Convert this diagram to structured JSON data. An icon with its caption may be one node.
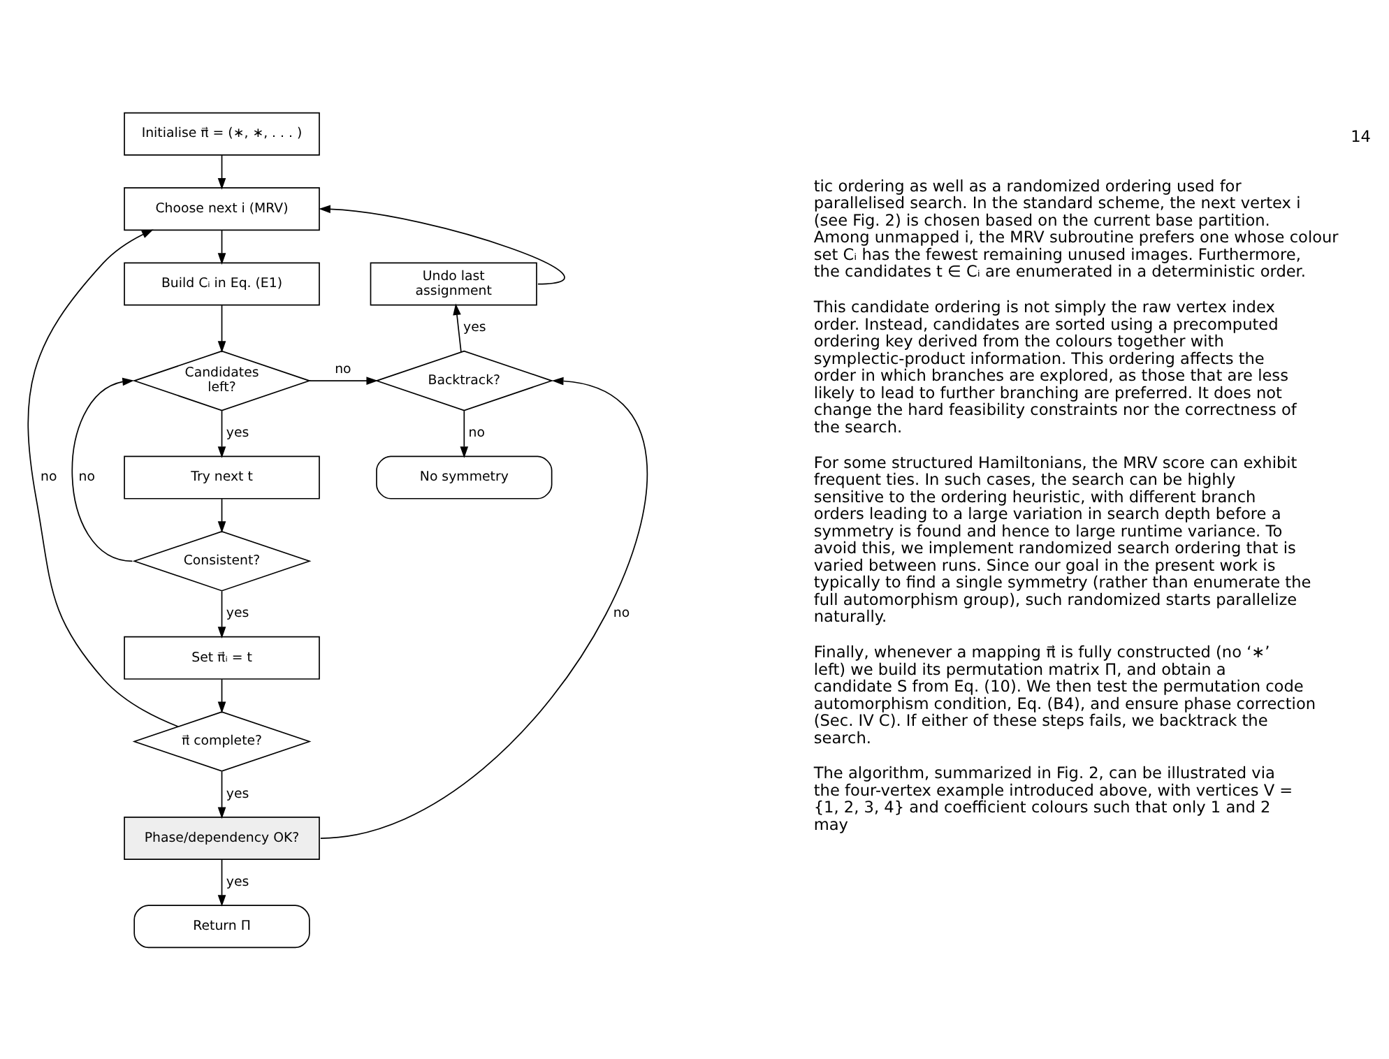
{
  "diagram": {
    "nodes": [
      {
        "text": [
          "Initialise π⃗ = (∗, ∗, . . . )"
        ]
      },
      {
        "text": [
          "Choose next i (MRV)"
        ]
      },
      {
        "text": [
          "Build Cᵢ in Eq. (E1)"
        ]
      },
      {
        "text": [
          "Undo last assignment"
        ]
      },
      {
        "text": [
          "Candidates left?"
        ]
      },
      {
        "text": [
          "Backtrack?"
        ]
      },
      {
        "text": [
          "Try next t"
        ]
      },
      {
        "text": [
          "No symmetry"
        ]
      },
      {
        "text": [
          "Consistent?"
        ]
      },
      {
        "text": [
          "Set π⃗ᵢ = t"
        ]
      },
      {
        "text": [
          "π⃗ complete?"
        ]
      },
      {
        "text": [
          "Phase/dependency OK?"
        ]
      },
      {
        "text": [
          "Return Π"
        ]
      }
    ],
    "edges": [
      {
        "from": 0,
        "to": 1,
        "arrow": "to"
      },
      {
        "from": 1,
        "to": 2,
        "arrow": "to"
      },
      {
        "from": 2,
        "to": 4,
        "arrow": "to"
      },
      {
        "from": 4,
        "to": 5,
        "arrow": "to",
        "label": "no"
      },
      {
        "from": 5,
        "to": 3,
        "arrow": "to",
        "label": "yes"
      },
      {
        "from": 3,
        "to": 1,
        "arrow": "to"
      },
      {
        "from": 5,
        "to": 7,
        "arrow": "to",
        "label": "no"
      },
      {
        "from": 4,
        "to": 6,
        "arrow": "to",
        "label": "yes"
      },
      {
        "from": 6,
        "to": 8,
        "arrow": "to"
      },
      {
        "from": 8,
        "to": 4,
        "arrow": "to",
        "label": "no"
      },
      {
        "from": 8,
        "to": 9,
        "arrow": "to",
        "label": "yes"
      },
      {
        "from": 9,
        "to": 10,
        "arrow": "to"
      },
      {
        "from": 10,
        "to": 1,
        "arrow": "to",
        "label": "no"
      },
      {
        "from": 10,
        "to": 11,
        "arrow": "to",
        "label": "yes"
      },
      {
        "from": 11,
        "to": 5,
        "arrow": "to",
        "label": "no"
      },
      {
        "from": 11,
        "to": 12,
        "arrow": "to",
        "label": "yes"
      }
    ],
    "labels": [
      "14",
      "tic ordering as well as a randomized ordering used for parallelised search. In the standard scheme, the next vertex i (see Fig. 2) is chosen based on the current base partition. Among unmapped i, the MRV subroutine prefers one whose colour set Cᵢ has the fewest remaining unused images. Furthermore, the candidates t ∈ Cᵢ are enumerated in a deterministic order.",
      "This candidate ordering is not simply the raw vertex index order. Instead, candidates are sorted using a precomputed ordering key derived from the colours together with symplectic-product information. This ordering affects the order in which branches are explored, as those that are less likely to lead to further branching are preferred. It does not change the hard feasibility constraints nor the correctness of the search.",
      "For some structured Hamiltonians, the MRV score can exhibit frequent ties. In such cases, the search can be highly sensitive to the ordering heuristic, with different branch orders leading to a large variation in search depth before a symmetry is found and hence to large runtime variance. To avoid this, we implement randomized search ordering that is varied between runs. Since our goal in the present work is typically to find a single symmetry (rather than enumerate the full automorphism group), such randomized starts parallelize naturally.",
      "Finally, whenever a mapping π⃗ is fully constructed (no ‘∗’ left) we build its permutation matrix Π, and obtain a candidate S from Eq. (10). We then test the permutation code automorphism condition, Eq. (B4), and ensure phase correction (Sec. IV C). If either of these steps fails, we backtrack the search.",
      "The algorithm, summarized in Fig. 2, can be illustrated via the four-vertex example introduced above, with vertices V = {1, 2, 3, 4} and coefficient colours such that only 1 and 2 may"
    ]
  }
}
